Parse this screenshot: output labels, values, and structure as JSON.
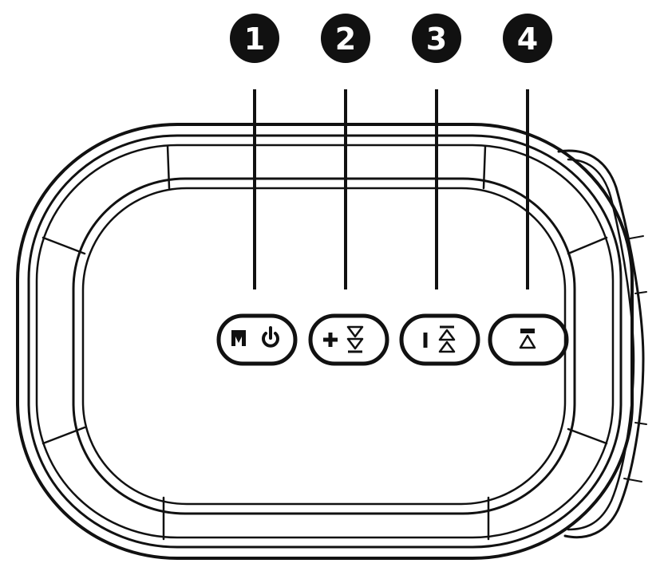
{
  "callouts": [
    {
      "label": "1"
    },
    {
      "label": "2"
    },
    {
      "label": "3"
    },
    {
      "label": "4"
    }
  ],
  "buttons": [
    {
      "icons": [
        "mode-icon",
        "power-icon"
      ]
    },
    {
      "icons": [
        "plus-icon",
        "volume-down-icon"
      ]
    },
    {
      "icons": [
        "minus-icon",
        "volume-up-icon"
      ]
    },
    {
      "icons": [
        "eject-icon"
      ]
    }
  ],
  "colors": {
    "line": "#111111",
    "callout_fill": "#111111",
    "callout_text": "#ffffff",
    "background": "#ffffff"
  }
}
